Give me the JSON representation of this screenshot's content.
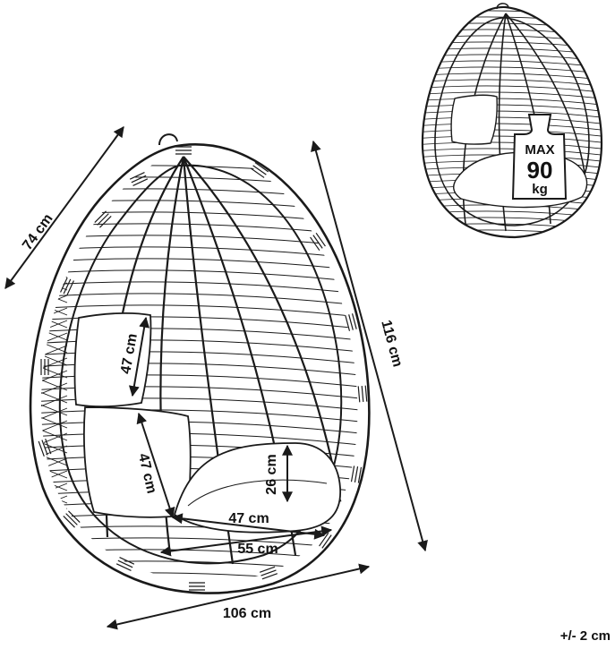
{
  "dimensions": {
    "top_width": "74 cm",
    "height": "116 cm",
    "depth": "106 cm",
    "pillow_height": "47 cm",
    "cushion_back_height": "47 cm",
    "cushion_thickness": "26 cm",
    "seat_depth": "47 cm",
    "seat_width": "55 cm"
  },
  "tolerance": "+/- 2 cm",
  "weight_badge": {
    "line1": "MAX",
    "line2": "90",
    "line3": "kg"
  },
  "colors": {
    "ink": "#1a1a1a",
    "background": "#ffffff"
  }
}
